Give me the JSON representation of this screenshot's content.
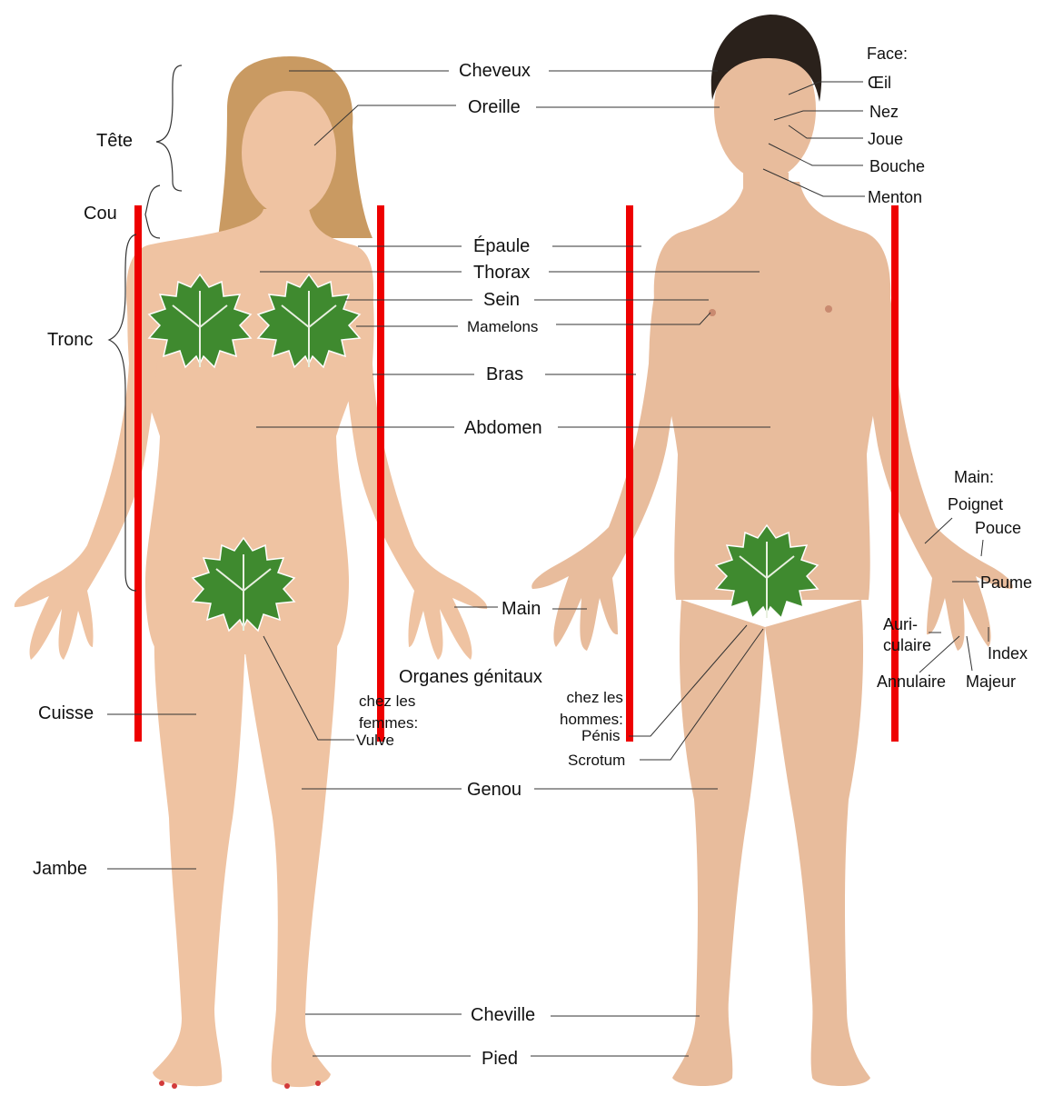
{
  "colors": {
    "skin_woman": "#efc3a2",
    "skin_man": "#e8bc9c",
    "hair_woman": "#c99a62",
    "hair_man": "#2a211b",
    "leaf": "#3f8a2f",
    "leaf_vein": "#e8f0e0",
    "guide_line": "#ee0000",
    "leader": "#333333",
    "nail_polish": "#d23a3a"
  },
  "icons": {
    "leaf": "grape-leaf-icon"
  },
  "labels": {
    "tete": "Tête",
    "cou": "Cou",
    "tronc": "Tronc",
    "cuisse": "Cuisse",
    "jambe": "Jambe",
    "cheveux": "Cheveux",
    "oreille": "Oreille",
    "epaule": "Épaule",
    "thorax": "Thorax",
    "sein": "Sein",
    "mamelons": "Mamelons",
    "bras": "Bras",
    "abdomen": "Abdomen",
    "main": "Main",
    "organes": "Organes génitaux",
    "chez_femmes": "chez les\nfemmes:",
    "vulve": "Vulve",
    "chez_hommes": "chez les\nhommes:",
    "penis": "Pénis",
    "scrotum": "Scrotum",
    "genou": "Genou",
    "cheville": "Cheville",
    "pied": "Pied",
    "face": "Face:",
    "oeil": "Œil",
    "nez": "Nez",
    "joue": "Joue",
    "bouche": "Bouche",
    "menton": "Menton",
    "main_title": "Main:",
    "poignet": "Poignet",
    "pouce": "Pouce",
    "paume": "Paume",
    "auriculaire": "Auri-\nculaire",
    "index": "Index",
    "annulaire": "Annulaire",
    "majeur": "Majeur"
  }
}
